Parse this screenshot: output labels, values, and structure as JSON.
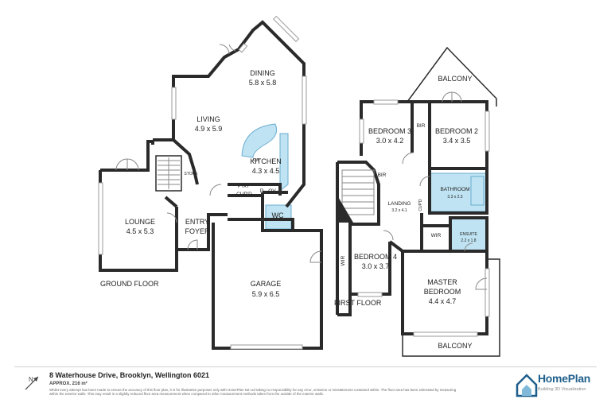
{
  "rooms": {
    "dining": {
      "name": "DINING",
      "size": "5.8 x 5.8"
    },
    "living": {
      "name": "LIVING",
      "size": "4.9 x 5.9"
    },
    "kitchen": {
      "name": "KITCHEN",
      "size": "4.3 x 4.5"
    },
    "lounge": {
      "name": "LOUNGE",
      "size": "4.5 x 5.3"
    },
    "entry": {
      "name": "ENTRY",
      "name2": "FOYER"
    },
    "garage": {
      "name": "GARAGE",
      "size": "5.9 x 6.5"
    },
    "wc": {
      "name": "WC"
    },
    "store": {
      "name": "STORE"
    },
    "pantry": {
      "name": "P'TRY"
    },
    "cupd_ground": {
      "name": "CUP'D"
    },
    "p": {
      "name": "P"
    },
    "ov": {
      "name": "OV"
    },
    "dw": {
      "name": "DW"
    },
    "balcony_top": {
      "name": "BALCONY"
    },
    "bedroom3": {
      "name": "BEDROOM 3",
      "size": "3.0 x 4.2"
    },
    "bedroom2": {
      "name": "BEDROOM 2",
      "size": "3.4 x 3.5"
    },
    "bir_top": {
      "name": "BIR"
    },
    "bir_mid": {
      "name": "BIR"
    },
    "bathroom": {
      "name": "BATHROOM",
      "size": "3.3 x 2.3"
    },
    "landing": {
      "name": "LANDING",
      "size": "3.2 x 4.1"
    },
    "cupd_first": {
      "name": "CUP'D"
    },
    "wir_master": {
      "name": "WIR"
    },
    "ensuite": {
      "name": "ENSUITE",
      "size": "2.2 x 1.8"
    },
    "bedroom4": {
      "name": "BEDROOM 4",
      "size": "3.0 x 3.7"
    },
    "wir_b4": {
      "name": "WIR"
    },
    "master": {
      "name": "MASTER",
      "name2": "BEDROOM",
      "size": "4.4 x 4.7"
    },
    "balcony_bottom": {
      "name": "BALCONY"
    }
  },
  "floors": {
    "ground": "GROUND FLOOR",
    "first": "FIRST FLOOR"
  },
  "footer": {
    "address": "8 Waterhouse Drive, Brooklyn, Wellington 6021",
    "approx": "APPROX. 216 m²",
    "disclaimer": "Whilst every attempt has been made to ensure the accuracy of this floor plan, it is for illustrative purposes only with HomePlan NZ Ltd taking no responsibility for any error, omission or misstatement contained within. The floor area has been estimated by measuring within the exterior walls. This may result in a slightly reduced floor area measurement when compared to other measurement methods taken from the outside of the exterior walls.",
    "compass_letter": "N"
  },
  "brand": {
    "name": "HomePlan",
    "tagline": "Building 3D Visualization",
    "icon": "house-logo-icon"
  },
  "colors": {
    "wall": "#2a2a2a",
    "wet_area": "#bfe3f2",
    "brand": "#1f5f8b"
  }
}
